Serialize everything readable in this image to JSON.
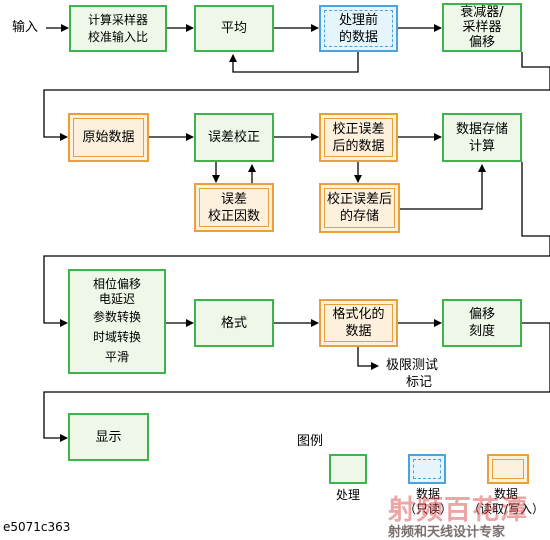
{
  "input_label": "输入",
  "row1": {
    "calc_sampler": [
      "计算采样器",
      "校准输入比"
    ],
    "averaging": "平均",
    "raw_before": [
      "处理前",
      "的数据"
    ],
    "attenuator": [
      "衰减器/",
      "采样器",
      "偏移"
    ]
  },
  "row2": {
    "raw_data": "原始数据",
    "error_correction": "误差校正",
    "error_coeff": [
      "误差",
      "校正因数"
    ],
    "corrected_data": [
      "校正误差",
      "后的数据"
    ],
    "corrected_store": [
      "校正误差后",
      "的存储"
    ],
    "data_store_calc": [
      "数据存储",
      "计算"
    ]
  },
  "row3": {
    "transforms": [
      "相位偏移",
      "电延迟",
      "参数转换",
      "时域转换",
      "平滑"
    ],
    "format": "格式",
    "formatted_data": [
      "格式化的",
      "数据"
    ],
    "offset_scale": [
      "偏移",
      "刻度"
    ],
    "limit_test": [
      "极限测试",
      "标记"
    ]
  },
  "row4": {
    "display": "显示"
  },
  "legend": {
    "title": "图例",
    "process": "处理",
    "data_ro": [
      "数据",
      "（只读）"
    ],
    "data_rw": [
      "数据",
      "（读取/写入）"
    ]
  },
  "figure_id": "e5071c363",
  "watermark": {
    "main": "射频百花潭",
    "sub": "射频和天线设计专家"
  },
  "colors": {
    "process_border": "#3cb44b",
    "process_fill": "#eef7e8",
    "readonly_border": "#4aa3df",
    "rw_border": "#e8a13a"
  }
}
